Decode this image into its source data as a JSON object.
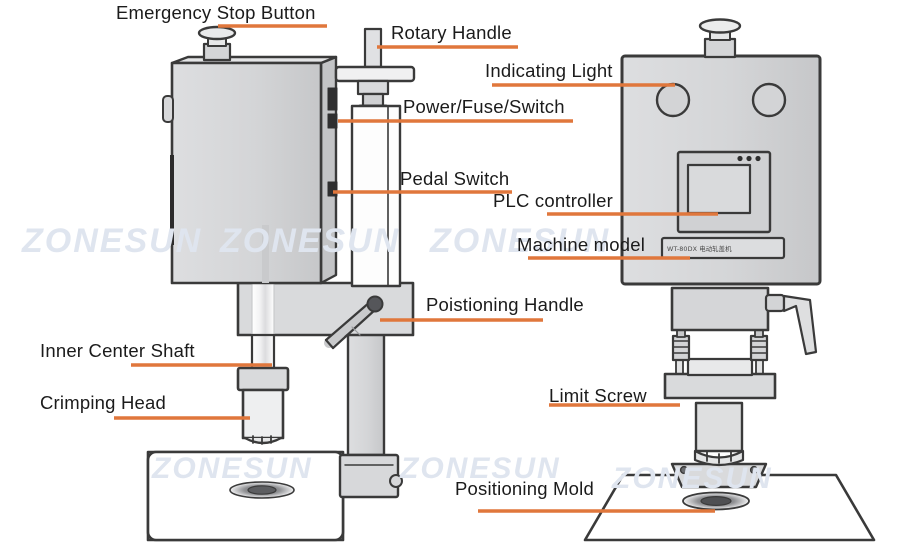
{
  "diagram": {
    "title": "Capping Machine Parts Callout Diagram",
    "background_color": "#ffffff",
    "leader_color": "#e0773c",
    "line_color": "#3a3a3a",
    "body_fill": "#d7d8da",
    "panel_fill": "#d3d4d6",
    "text_color": "#1b1b1b",
    "watermark_color": "#dfe5ef"
  },
  "watermarks": [
    {
      "text": "ZONESUN"
    },
    {
      "text": "ZONESUN"
    },
    {
      "text": "ZONESUN"
    },
    {
      "text": "ZONESUN"
    },
    {
      "text": "ZONESUN"
    },
    {
      "text": "ZONESUN"
    }
  ],
  "machine": {
    "model_plate": "WT-80DX 电动轧盖机"
  },
  "callouts": [
    {
      "id": "emergency-stop-button",
      "label": "Emergency Stop Button"
    },
    {
      "id": "rotary-handle",
      "label": "Rotary Handle"
    },
    {
      "id": "indicating-light",
      "label": "Indicating Light"
    },
    {
      "id": "power-fuse-switch",
      "label": "Power/Fuse/Switch"
    },
    {
      "id": "pedal-switch",
      "label": "Pedal Switch"
    },
    {
      "id": "plc-controller",
      "label": "PLC controller"
    },
    {
      "id": "machine-model",
      "label": "Machine model"
    },
    {
      "id": "poistioning-handle",
      "label": "Poistioning Handle"
    },
    {
      "id": "inner-center-shaft",
      "label": "Inner Center Shaft"
    },
    {
      "id": "crimping-head",
      "label": "Crimping Head"
    },
    {
      "id": "limit-screw",
      "label": "Limit Screw"
    },
    {
      "id": "positioning-mold",
      "label": "Positioning Mold"
    }
  ]
}
